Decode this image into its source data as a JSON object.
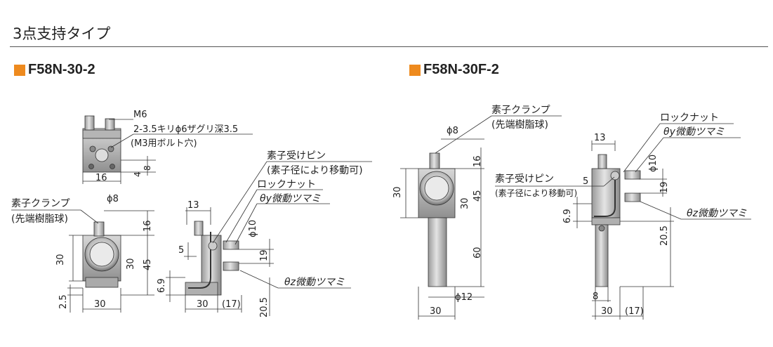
{
  "section_title": "3点支持タイプ",
  "accent_color": "#ee8a1e",
  "left": {
    "model": "F58N-30-2",
    "m6": "M6",
    "hole_spec": "2-3.5キリϕ6ザグリ深3.5",
    "hole_note": "(M3用ボルト穴)",
    "dim_16_top": "16",
    "dim_4": "4",
    "dim_8_top": "8",
    "clamp_label": "素子クランプ",
    "clamp_sub": "(先端樹脂球)",
    "phi8": "ϕ8",
    "dim_16": "16",
    "dim_30_h": "30",
    "dim_30_v": "30",
    "dim_45": "45",
    "dim_2_5": "2.5",
    "dim_30_bottom": "30",
    "pin_label": "素子受けピン",
    "pin_sub": "(素子径により移動可)",
    "locknut": "ロックナット",
    "theta_y": "θy微動ツマミ",
    "dim_13": "13",
    "phi10": "ϕ10",
    "dim_5": "5",
    "dim_19": "19",
    "dim_6_9": "6.9",
    "theta_z": "θz微動ツマミ",
    "dim_30_side": "30",
    "dim_17": "(17)",
    "dim_20_5": "20.5"
  },
  "right": {
    "model": "F58N-30F-2",
    "clamp_label": "素子クランプ",
    "clamp_sub": "(先端樹脂球)",
    "phi8": "ϕ8",
    "dim_16": "16",
    "dim_30_h": "30",
    "dim_30_v": "30",
    "dim_45": "45",
    "dim_60": "60",
    "phi12": "ϕ12",
    "dim_30_bottom": "30",
    "locknut": "ロックナット",
    "theta_y": "θy微動ツマミ",
    "dim_13": "13",
    "phi10": "ϕ10",
    "pin_label": "素子受けピン",
    "pin_sub": "(素子径により移動可)",
    "dim_5": "5",
    "dim_19": "19",
    "dim_6_9": "6.9",
    "theta_z": "θz微動ツマミ",
    "dim_20_5": "20.5",
    "dim_8": "8",
    "dim_30_side": "30",
    "dim_17": "(17)"
  }
}
